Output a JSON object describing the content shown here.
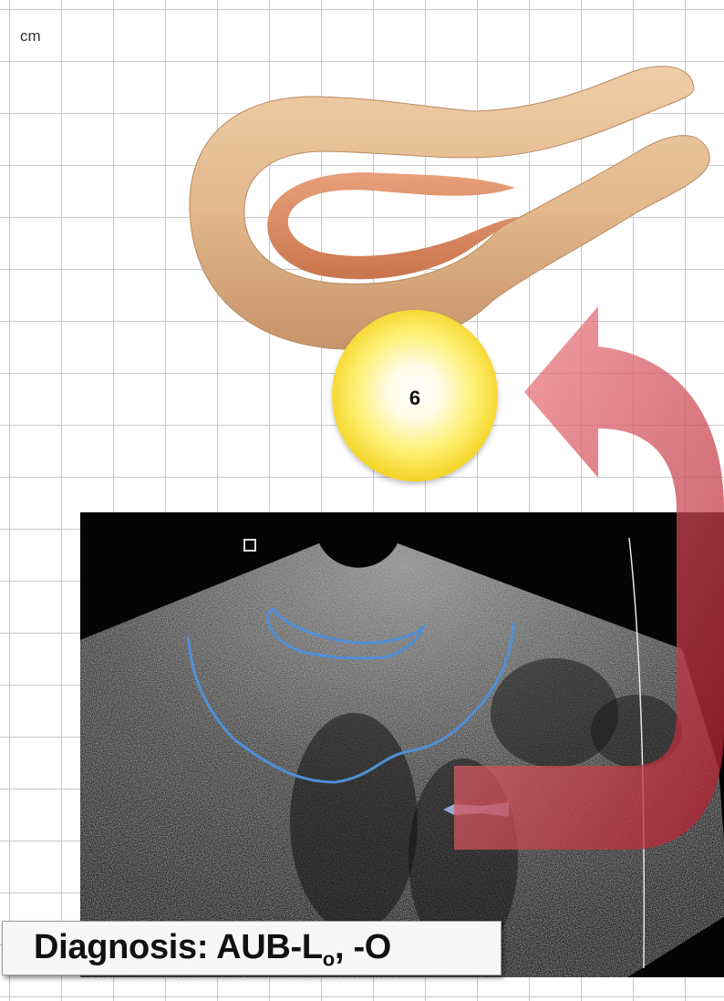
{
  "grid": {
    "unit_label": "cm"
  },
  "lesion": {
    "number": "6",
    "color": "#f4d426"
  },
  "colors": {
    "uterus_wall": "#e2b88c",
    "endometrium": "#d98a60",
    "arrow": "#e8737a",
    "tracing": "#4f8fd6"
  },
  "diagnosis": {
    "prefix": "Diagnosis: AUB-L",
    "subscript": "o",
    "suffix": ", -O"
  }
}
